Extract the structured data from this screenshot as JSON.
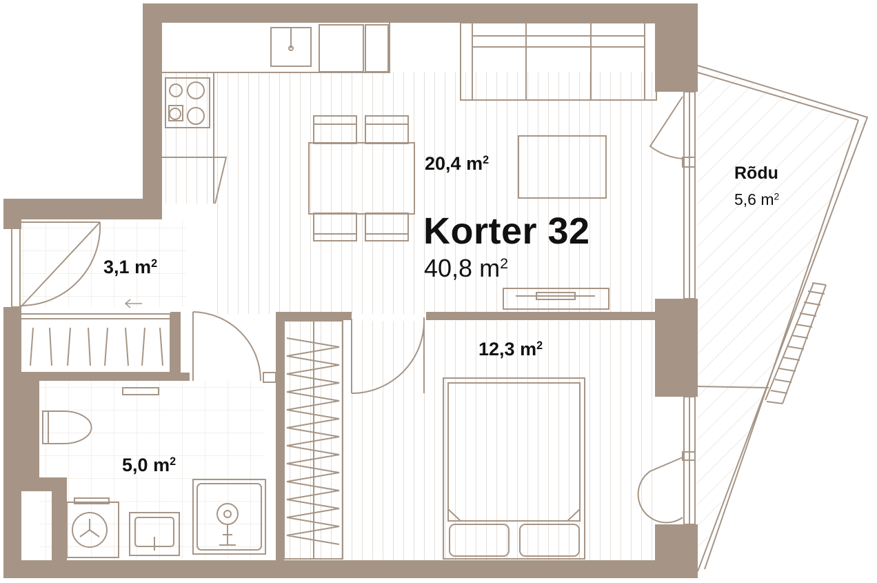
{
  "apartment": {
    "title": "Korter 32",
    "total_area": "40,8",
    "unit": "m",
    "unit_exp": "2"
  },
  "rooms": {
    "living": {
      "area": "20,4"
    },
    "bedroom": {
      "area": "12,3"
    },
    "hall": {
      "area": "3,1"
    },
    "bathroom": {
      "area": "5,0"
    },
    "balcony": {
      "name": "Rõdu",
      "area": "5,6"
    }
  },
  "colors": {
    "wall": "#a69586",
    "line": "#a69586",
    "floor_line": "#ddd6cf",
    "text": "#111111"
  },
  "icons": {
    "hall_arrow": "arrow-left-icon"
  }
}
